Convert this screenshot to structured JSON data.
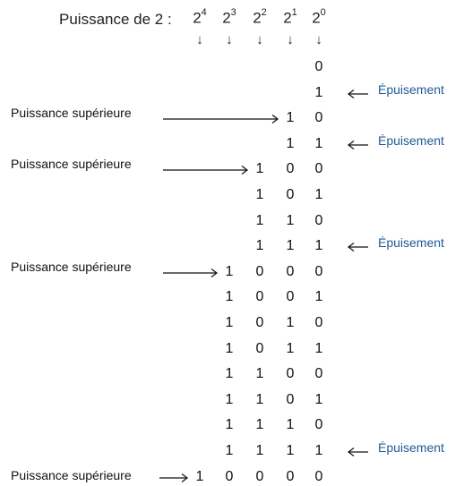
{
  "header": {
    "title": "Puissance de 2 :",
    "powers": [
      {
        "base": "2",
        "exp": "4"
      },
      {
        "base": "2",
        "exp": "3"
      },
      {
        "base": "2",
        "exp": "2"
      },
      {
        "base": "2",
        "exp": "1"
      },
      {
        "base": "2",
        "exp": "0"
      }
    ],
    "down_arrow": "↓"
  },
  "rows": [
    {
      "bits": [
        "0"
      ]
    },
    {
      "bits": [
        "1"
      ],
      "note": "Épuisement"
    },
    {
      "bits": [
        "1",
        "0"
      ],
      "label": "Puissance supérieure"
    },
    {
      "bits": [
        "1",
        "1"
      ],
      "note": "Épuisement"
    },
    {
      "bits": [
        "1",
        "0",
        "0"
      ],
      "label": "Puissance supérieure"
    },
    {
      "bits": [
        "1",
        "0",
        "1"
      ]
    },
    {
      "bits": [
        "1",
        "1",
        "0"
      ]
    },
    {
      "bits": [
        "1",
        "1",
        "1"
      ],
      "note": "Épuisement"
    },
    {
      "bits": [
        "1",
        "0",
        "0",
        "0"
      ],
      "label": "Puissance supérieure"
    },
    {
      "bits": [
        "1",
        "0",
        "0",
        "1"
      ]
    },
    {
      "bits": [
        "1",
        "0",
        "1",
        "0"
      ]
    },
    {
      "bits": [
        "1",
        "0",
        "1",
        "1"
      ]
    },
    {
      "bits": [
        "1",
        "1",
        "0",
        "0"
      ]
    },
    {
      "bits": [
        "1",
        "1",
        "0",
        "1"
      ]
    },
    {
      "bits": [
        "1",
        "1",
        "1",
        "0"
      ]
    },
    {
      "bits": [
        "1",
        "1",
        "1",
        "1"
      ],
      "note": "Épuisement"
    },
    {
      "bits": [
        "1",
        "0",
        "0",
        "0",
        "0"
      ],
      "label": "Puissance supérieure"
    }
  ],
  "colors": {
    "note": "#1f5a94",
    "text": "#111111",
    "background": "#ffffff"
  },
  "icons": {
    "pointer": "arrow-left-icon",
    "step": "arrow-right-icon",
    "column": "arrow-down-icon"
  }
}
